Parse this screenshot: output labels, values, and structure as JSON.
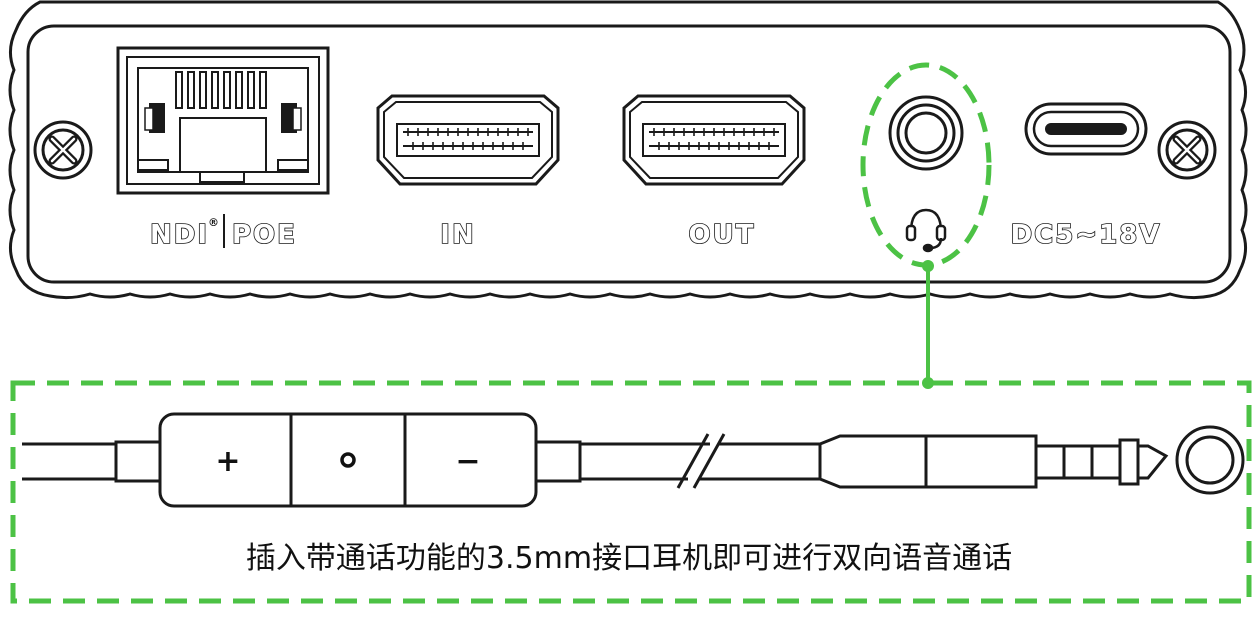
{
  "panel": {
    "ports": [
      {
        "id": "ndi-poe",
        "label_left": "NDI",
        "label_right": "POE",
        "registered_mark": "®"
      },
      {
        "id": "hdmi-in",
        "label": "IN"
      },
      {
        "id": "hdmi-out",
        "label": "OUT"
      },
      {
        "id": "audio-jack",
        "icon": "headset-icon"
      },
      {
        "id": "usb-c-power",
        "label": "DC5~18V"
      }
    ]
  },
  "accessory": {
    "remote_buttons": [
      {
        "id": "volume-up",
        "glyph": "+"
      },
      {
        "id": "play-pause",
        "glyph": "•"
      },
      {
        "id": "volume-down",
        "glyph": "−"
      }
    ],
    "caption": "插入带通话功能的3.5mm接口耳机即可进行双向语音通话"
  },
  "colors": {
    "highlight": "#4cc245",
    "outline": "#1a1a1a"
  }
}
